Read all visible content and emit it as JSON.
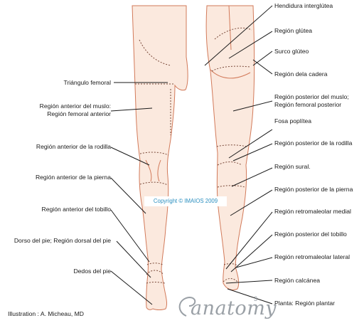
{
  "left_labels": [
    {
      "text": "Triángulo femoral"
    },
    {
      "text": "Región anterior del muslo:\nRegión femoral anterior"
    },
    {
      "text": "Región anterior de la rodilla"
    },
    {
      "text": "Región anterior de la pierna"
    },
    {
      "text": "Región anterior del tobillo"
    },
    {
      "text": "Dorso del pie; Región dorsal del pie"
    },
    {
      "text": "Dedos del pie"
    }
  ],
  "right_labels": [
    {
      "text": "Hendidura interglútea"
    },
    {
      "text": "Región glútea"
    },
    {
      "text": "Surco glúteo"
    },
    {
      "text": "Región dela cadera"
    },
    {
      "text": "Región posterior del muslo;\nRegión femoral posterior"
    },
    {
      "text": "Fosa poplítea"
    },
    {
      "text": "Región posterior de la rodilla"
    },
    {
      "text": "Región sural."
    },
    {
      "text": "Región posterior de la pierna"
    },
    {
      "text": "Región retromaleolar medial"
    },
    {
      "text": "Región posterior del tobillo"
    },
    {
      "text": "Región retromaleolar lateral"
    },
    {
      "text": "Región calcánea"
    },
    {
      "text": "Planta: Región plantar"
    }
  ],
  "copyright": "Copyright © IMAIOS 2009",
  "credit": "Illustration : A. Micheau, MD",
  "logo": {
    "text": "anatomy",
    "mark": "e",
    "number": "3"
  },
  "colors": {
    "skin": "#fbe9de",
    "outline": "#d27a5a",
    "leader": "#1a1a1a",
    "copyright": "#2a8fc0",
    "logo": "#9aa0a6"
  }
}
